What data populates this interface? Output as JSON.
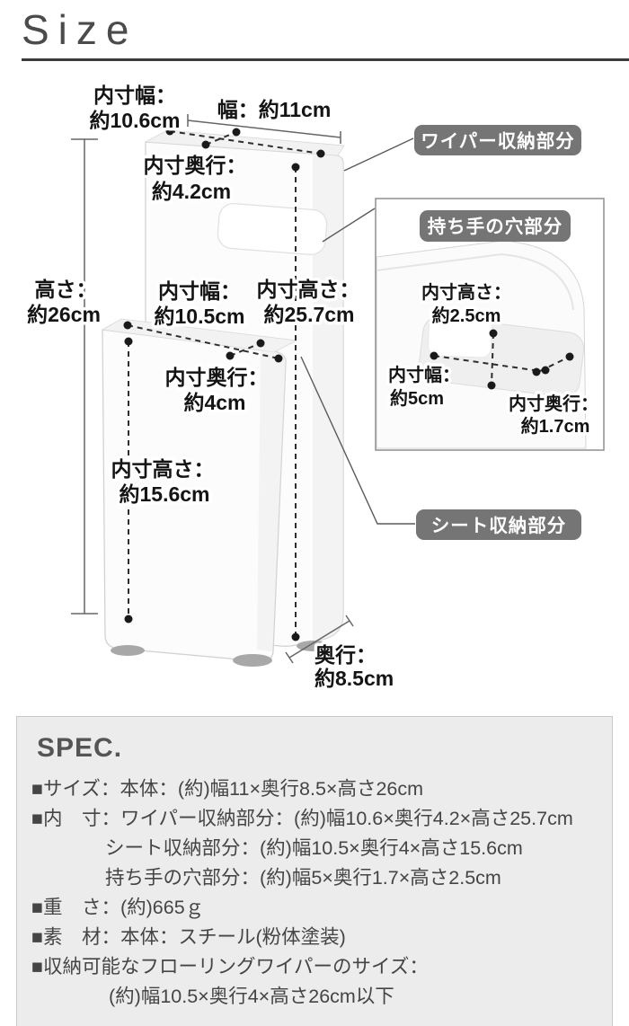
{
  "title": "Size",
  "diagram": {
    "dim_labels": {
      "inner_width_wiper": {
        "l1": "内寸幅：",
        "l2": "約10.6cm"
      },
      "width": "幅：約11cm",
      "inner_depth_wiper": {
        "l1": "内寸奥行：",
        "l2": "約4.2cm"
      },
      "height": {
        "l1": "高さ：",
        "l2": "約26cm"
      },
      "inner_width_sheet": {
        "l1": "内寸幅：",
        "l2": "約10.5cm"
      },
      "inner_height_wiper": {
        "l1": "内寸高さ：",
        "l2": "約25.7cm"
      },
      "inner_depth_sheet": {
        "l1": "内寸奥行：",
        "l2": "約4cm"
      },
      "inner_height_sheet": {
        "l1": "内寸高さ：",
        "l2": "約15.6cm"
      },
      "depth": {
        "l1": "奥行：",
        "l2": "約8.5cm"
      }
    },
    "badges": {
      "wiper_storage": "ワイパー収納部分",
      "sheet_storage": "シート収納部分",
      "handle_hole": "持ち手の穴部分"
    },
    "inset_labels": {
      "inner_height": {
        "l1": "内寸高さ：",
        "l2": "約2.5cm"
      },
      "inner_width": {
        "l1": "内寸幅：",
        "l2": "約5cm"
      },
      "inner_depth": {
        "l1": "内寸奥行：",
        "l2": "約1.7cm"
      }
    },
    "colors": {
      "badge_bg": "#757575",
      "label_text": "#141414",
      "spec_bg": "#ececec"
    }
  },
  "spec": {
    "heading": "SPEC.",
    "rows": [
      {
        "text": "■サイズ：本体：(約)幅11×奥行8.5×高さ26cm"
      },
      {
        "text": "■内　寸：ワイパー収納部分：(約)幅10.6×奥行4.2×高さ25.7cm"
      },
      {
        "text": "シート収納部分：(約)幅10.5×奥行4×高さ15.6cm"
      },
      {
        "text": "持ち手の穴部分：(約)幅5×奥行1.7×高さ2.5cm"
      },
      {
        "text": "■重　さ：(約)665ｇ"
      },
      {
        "text": "■素　材：本体：スチール(粉体塗装)"
      },
      {
        "text": "■収納可能なフローリングワイパーのサイズ："
      },
      {
        "text": "(約)幅10.5×奥行4×高さ26cm以下"
      }
    ]
  }
}
